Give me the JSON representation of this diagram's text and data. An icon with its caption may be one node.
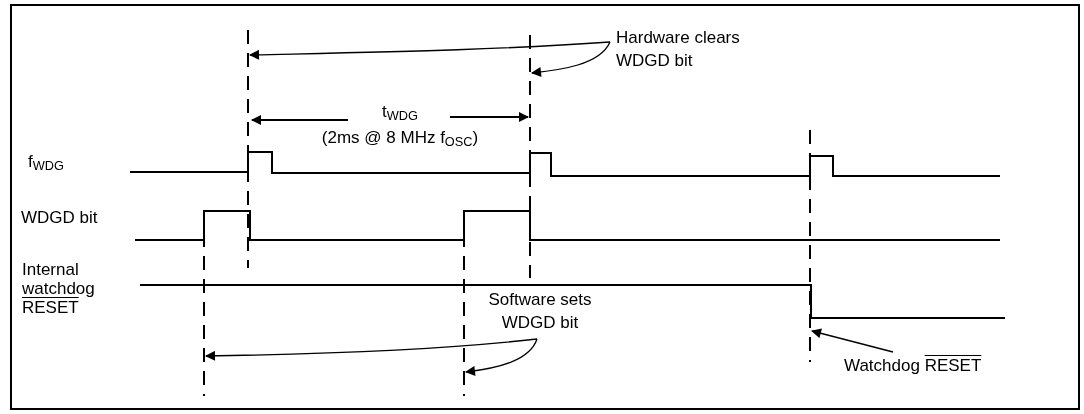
{
  "diagram": {
    "nodes": [
      {
        "text": [
          "Hardware clears WDGD bit"
        ]
      },
      {
        "text": [
          "Software sets WDGD bit"
        ]
      },
      {
        "text": [
          "Watchdog RESET"
        ]
      },
      {
        "text": [],
        "shape": "line"
      },
      {
        "text": [],
        "shape": "line"
      },
      {
        "text": [],
        "shape": "line"
      },
      {
        "text": [],
        "shape": "line"
      },
      {
        "text": [],
        "shape": "line"
      }
    ],
    "edges": [
      {
        "from": 0,
        "to": 4,
        "arrow": "to"
      },
      {
        "from": 0,
        "to": 6,
        "arrow": "to"
      },
      {
        "from": 1,
        "to": 3,
        "arrow": "to"
      },
      {
        "from": 1,
        "to": 5,
        "arrow": "to"
      },
      {
        "from": 2,
        "to": 7,
        "arrow": "to"
      }
    ],
    "labels": [
      "t$_{WDG}$",
      "(2ms @ 8 MHz f$_{OSC}$)",
      "f$_{WDG}$",
      "WDGD bit",
      "Internal watchdog RESET"
    ]
  }
}
